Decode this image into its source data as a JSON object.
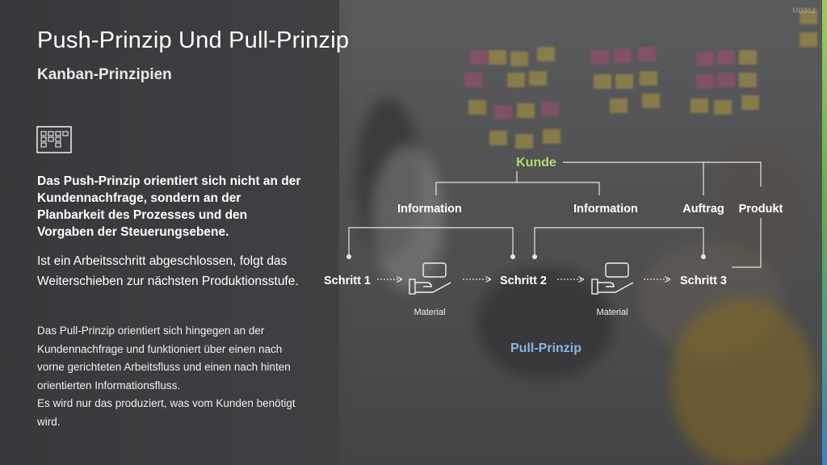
{
  "header": {
    "title": "Push-Prinzip Und Pull-Prinzip",
    "subtitle": "Kanban-Prinzipien",
    "code": "MD312"
  },
  "content": {
    "bold_paragraph": "Das Push-Prinzip orientiert sich nicht an der Kundennachfrage, sondern an der Planbarkeit des Prozesses und den Vorgaben der Steuerungsebene.",
    "paragraph_2": "Ist ein Arbeitsschritt abgeschlossen, folgt das Weiterschieben zur nächsten Produktionsstufe.",
    "paragraph_3_lines": [
      "Das Pull-Prinzip orientiert sich hingegen an der Kundennachfrage und funktioniert über einen nach vorne gerichteten Arbeitsfluss und einen nach hinten orientierten Informationsfluss.",
      "Es wird nur das produziert, was vom Kunden benötigt wird."
    ]
  },
  "diagram": {
    "customer": "Kunde",
    "information_1": "Information",
    "information_2": "Information",
    "order": "Auftrag",
    "product": "Produkt",
    "step_1": "Schritt 1",
    "step_2": "Schritt 2",
    "step_3": "Schritt 3",
    "material_1": "Material",
    "material_2": "Material",
    "caption": "Pull-Prinzip",
    "colors": {
      "customer": "#b5d96e",
      "caption": "#8ab4e8",
      "lines": "#e6e6e6"
    }
  },
  "icons": [
    "kanban-board-icon",
    "hand-with-box-icon"
  ]
}
